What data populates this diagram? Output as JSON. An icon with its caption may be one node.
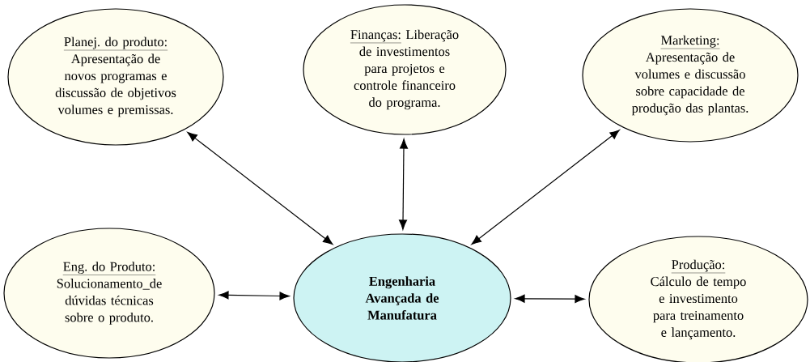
{
  "diagram": {
    "nodes": [
      {
        "text": [
          "Planej. do produto:",
          "Apresentação de novos programas e discussão de objetivos volumes e premissas."
        ]
      },
      {
        "text": [
          "Finanças:",
          "Liberação de investimentos para projetos e controle financeiro do programa."
        ]
      },
      {
        "text": [
          "Marketing:",
          "Apresentação de volumes e discussão sobre capacidade de produção das plantas."
        ]
      },
      {
        "text": [
          "Eng. do Produto:",
          "Solucionamento_de dúvidas técnicas sobre o produto."
        ]
      },
      {
        "text": [
          "Engenharia Avançada de Manufatura"
        ]
      },
      {
        "text": [
          "Produção:",
          "Cálculo de tempo e investimento para treinamento e lançamento."
        ]
      }
    ],
    "edges": [
      {
        "from": 4,
        "to": 0,
        "arrow": "both"
      },
      {
        "from": 4,
        "to": 1,
        "arrow": "both"
      },
      {
        "from": 4,
        "to": 2,
        "arrow": "both"
      },
      {
        "from": 4,
        "to": 3,
        "arrow": "both"
      },
      {
        "from": 4,
        "to": 5,
        "arrow": "both"
      }
    ]
  }
}
